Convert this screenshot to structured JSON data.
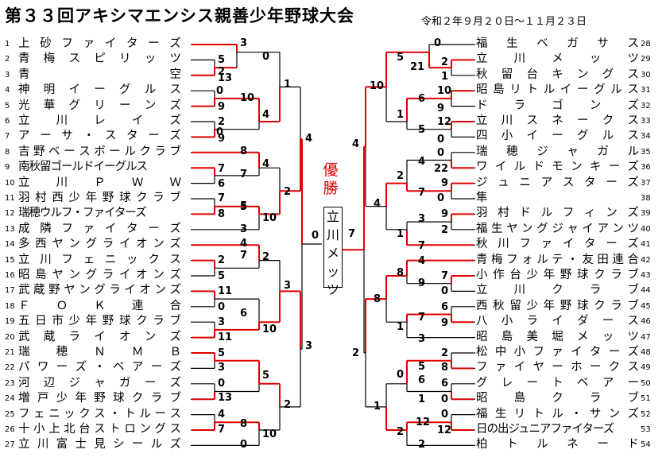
{
  "title": "第３３回アキシマエンシス親善少年野球大会",
  "date": "令和２年９月２０日～１１月２３日",
  "champion_label": "優勝",
  "champion_team": "立川メッツ",
  "left_teams": [
    {
      "no": "1",
      "name": "上砂ファイターズ"
    },
    {
      "no": "2",
      "name": "青梅スピリッツ"
    },
    {
      "no": "3",
      "name": "青　　　　　　空"
    },
    {
      "no": "4",
      "name": "神明イーグルス"
    },
    {
      "no": "5",
      "name": "光華グリーンズ"
    },
    {
      "no": "6",
      "name": "立　川　レ　イ　ズ"
    },
    {
      "no": "7",
      "name": "アーサ・スターズ"
    },
    {
      "no": "8",
      "name": "吉野ベースボールクラブ"
    },
    {
      "no": "9",
      "name": "南秋留ゴールドイーグルス"
    },
    {
      "no": "10",
      "name": "立　川　Ｐ　Ｗ　Ｗ"
    },
    {
      "no": "11",
      "name": "羽村西少年野球クラブ"
    },
    {
      "no": "12",
      "name": "瑞穂ウルフ・ファイターズ"
    },
    {
      "no": "13",
      "name": "成隣ファイターズ"
    },
    {
      "no": "14",
      "name": "多西ヤングライオンズ"
    },
    {
      "no": "15",
      "name": "立川フェニックス"
    },
    {
      "no": "16",
      "name": "昭島ヤングライオンズ"
    },
    {
      "no": "17",
      "name": "武蔵野ヤングライオンズ"
    },
    {
      "no": "18",
      "name": "Ｆ　Ｏ　Ｋ　連　合"
    },
    {
      "no": "19",
      "name": "五日市少年野球クラブ"
    },
    {
      "no": "20",
      "name": "武蔵ライオンズ"
    },
    {
      "no": "21",
      "name": "瑞　穂　Ｎ　Ｍ　Ｂ"
    },
    {
      "no": "22",
      "name": "パワーズ・ベアーズ"
    },
    {
      "no": "23",
      "name": "河辺ジャガーズ"
    },
    {
      "no": "24",
      "name": "増戸少年野球クラブ"
    },
    {
      "no": "25",
      "name": "フェニックス・トルース"
    },
    {
      "no": "26",
      "name": "十小上北台ストロングス"
    },
    {
      "no": "27",
      "name": "立川富士見シールズ"
    }
  ],
  "right_teams": [
    {
      "no": "28",
      "name": "福生ベガサス"
    },
    {
      "no": "29",
      "name": "立　川　メ　ッ　ツ"
    },
    {
      "no": "30",
      "name": "秋留台キングス"
    },
    {
      "no": "31",
      "name": "昭島リトルイーグルス"
    },
    {
      "no": "32",
      "name": "ドラゴンズ"
    },
    {
      "no": "33",
      "name": "立川スネークス"
    },
    {
      "no": "34",
      "name": "四小イーグルス"
    },
    {
      "no": "35",
      "name": "瑞穂ジャガル"
    },
    {
      "no": "36",
      "name": "ワイルドモンキーズ"
    },
    {
      "no": "37",
      "name": "ジュニアスターズ"
    },
    {
      "no": "38",
      "name": "　　　　隼　　　　"
    },
    {
      "no": "39",
      "name": "羽村ドルフィンズ"
    },
    {
      "no": "40",
      "name": "福生ヤングジャイアンツ"
    },
    {
      "no": "41",
      "name": "秋川ファイターズ"
    },
    {
      "no": "42",
      "name": "青梅フォルテ・友田連合"
    },
    {
      "no": "43",
      "name": "小作台少年野球クラブ"
    },
    {
      "no": "44",
      "name": "立　川　ク　ラ　ブ"
    },
    {
      "no": "45",
      "name": "西秋留少年野球クラブ"
    },
    {
      "no": "46",
      "name": "八小ライダース"
    },
    {
      "no": "47",
      "name": "昭島美堀メッツ"
    },
    {
      "no": "48",
      "name": "松中小ファイターズ"
    },
    {
      "no": "49",
      "name": "ファイヤーホークス"
    },
    {
      "no": "50",
      "name": "グレートベアー"
    },
    {
      "no": "51",
      "name": "昭　島　ク　ラ　ブ"
    },
    {
      "no": "52",
      "name": "福生リトル・サンズ"
    },
    {
      "no": "53",
      "name": "日の出ジュニアファイターズ"
    },
    {
      "no": "54",
      "name": "柏トルネード"
    }
  ],
  "scores": [
    {
      "id": "l1a",
      "v": "3"
    },
    {
      "id": "l1b",
      "v": "5"
    },
    {
      "id": "l1c",
      "v": "2"
    },
    {
      "id": "l1d",
      "v": "13"
    },
    {
      "id": "l1e",
      "v": "0"
    },
    {
      "id": "l1f",
      "v": "9"
    },
    {
      "id": "l1g",
      "v": "2"
    },
    {
      "id": "l1h",
      "v": "0"
    },
    {
      "id": "l1i",
      "v": "9"
    },
    {
      "id": "l1j",
      "v": "8"
    },
    {
      "id": "l1k",
      "v": "7"
    },
    {
      "id": "l1l",
      "v": "7"
    },
    {
      "id": "l1m",
      "v": "6"
    },
    {
      "id": "l1n",
      "v": "7"
    },
    {
      "id": "l1o",
      "v": "8"
    },
    {
      "id": "l1p",
      "v": "5"
    },
    {
      "id": "l1q",
      "v": "3"
    },
    {
      "id": "l1r",
      "v": "4"
    },
    {
      "id": "l1s",
      "v": "2"
    },
    {
      "id": "l1t",
      "v": "7"
    },
    {
      "id": "l1u",
      "v": "5"
    },
    {
      "id": "l1v",
      "v": "11"
    },
    {
      "id": "l1w",
      "v": "0"
    },
    {
      "id": "l1x",
      "v": "3"
    },
    {
      "id": "l1y",
      "v": "11"
    },
    {
      "id": "l1z",
      "v": "5"
    },
    {
      "id": "l1aa",
      "v": "3"
    },
    {
      "id": "l1ab",
      "v": "0"
    },
    {
      "id": "l1ac",
      "v": "13"
    },
    {
      "id": "l1ad",
      "v": "4"
    },
    {
      "id": "l1ae",
      "v": "7"
    },
    {
      "id": "l1af",
      "v": "0"
    },
    {
      "id": "l2a",
      "v": "0"
    },
    {
      "id": "l2b",
      "v": "10"
    },
    {
      "id": "l2c",
      "v": "4"
    },
    {
      "id": "l2d",
      "v": "4"
    },
    {
      "id": "l2e",
      "v": "5"
    },
    {
      "id": "l2f",
      "v": "10"
    },
    {
      "id": "l2g",
      "v": "2"
    },
    {
      "id": "l2h",
      "v": "6"
    },
    {
      "id": "l2i",
      "v": "10"
    },
    {
      "id": "l2j",
      "v": "5"
    },
    {
      "id": "l2k",
      "v": "8"
    },
    {
      "id": "l2l",
      "v": "10"
    },
    {
      "id": "l3a",
      "v": "1"
    },
    {
      "id": "l3b",
      "v": "2"
    },
    {
      "id": "l3c",
      "v": "3"
    },
    {
      "id": "l3d",
      "v": "2"
    },
    {
      "id": "l4a",
      "v": "4"
    },
    {
      "id": "l4b",
      "v": "3"
    },
    {
      "id": "lf",
      "v": "0"
    },
    {
      "id": "rf",
      "v": "7"
    },
    {
      "id": "r4a",
      "v": "4"
    },
    {
      "id": "r4b",
      "v": "2"
    },
    {
      "id": "r3a",
      "v": "10"
    },
    {
      "id": "r3b",
      "v": "4"
    },
    {
      "id": "r3c",
      "v": "8"
    },
    {
      "id": "r3d",
      "v": "1"
    },
    {
      "id": "r2a",
      "v": "5"
    },
    {
      "id": "r2b",
      "v": "1"
    },
    {
      "id": "r2c",
      "v": "2"
    },
    {
      "id": "r2d",
      "v": "1"
    },
    {
      "id": "r2e",
      "v": "8"
    },
    {
      "id": "r2f",
      "v": "1"
    },
    {
      "id": "r2g",
      "v": "0"
    },
    {
      "id": "r2h",
      "v": "2"
    },
    {
      "id": "r1a",
      "v": "0"
    },
    {
      "id": "r1b",
      "v": "21"
    },
    {
      "id": "r1c",
      "v": "2"
    },
    {
      "id": "r1d",
      "v": "1"
    },
    {
      "id": "r1e",
      "v": "6"
    },
    {
      "id": "r1f",
      "v": "10"
    },
    {
      "id": "r1g",
      "v": "9"
    },
    {
      "id": "r1h",
      "v": "5"
    },
    {
      "id": "r1i",
      "v": "12"
    },
    {
      "id": "r1j",
      "v": "0"
    },
    {
      "id": "r1k",
      "v": "4"
    },
    {
      "id": "r1l",
      "v": "22"
    },
    {
      "id": "r1m",
      "v": "0"
    },
    {
      "id": "r1n",
      "v": "7"
    },
    {
      "id": "r1o",
      "v": "9"
    },
    {
      "id": "r1p",
      "v": "0"
    },
    {
      "id": "r1q",
      "v": "3"
    },
    {
      "id": "r1r",
      "v": "9"
    },
    {
      "id": "r1s",
      "v": "2"
    },
    {
      "id": "r1t",
      "v": "7"
    },
    {
      "id": "r1u",
      "v": "4"
    },
    {
      "id": "r1v",
      "v": "9"
    },
    {
      "id": "r1w",
      "v": "7"
    },
    {
      "id": "r1x",
      "v": "0"
    },
    {
      "id": "r1y",
      "v": "7"
    },
    {
      "id": "r1z",
      "v": "6"
    },
    {
      "id": "r1aa",
      "v": "9"
    },
    {
      "id": "r1ab",
      "v": "3"
    },
    {
      "id": "r1ac",
      "v": "5"
    },
    {
      "id": "r1ad",
      "v": "2"
    },
    {
      "id": "r1ae",
      "v": "8"
    },
    {
      "id": "r1af",
      "v": "6"
    },
    {
      "id": "r1ag",
      "v": "1"
    },
    {
      "id": "r1ah",
      "v": "6"
    },
    {
      "id": "r1ai",
      "v": "0"
    },
    {
      "id": "r1aj",
      "v": "12"
    },
    {
      "id": "r1ak",
      "v": "0"
    },
    {
      "id": "r1al",
      "v": "12"
    },
    {
      "id": "r1am",
      "v": "2"
    }
  ],
  "colors": {
    "winner_line": "#e00000",
    "loser_line": "#000000",
    "champion_label": "#e00000"
  }
}
